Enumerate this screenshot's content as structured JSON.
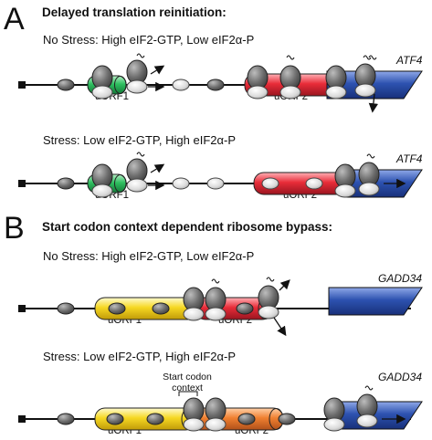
{
  "panels": [
    {
      "letter": "A",
      "title": "Delayed translation reinitiation:",
      "rows": [
        {
          "condition": "No Stress: High eIF2-GTP, Low eIF2α-P",
          "uorf1": "uORF1",
          "uorf2": "uORF2",
          "gene": "ATF4"
        },
        {
          "condition": "Stress: Low eIF2-GTP, High eIF2α-P",
          "uorf1": "uORF1",
          "uorf2": "uORF2",
          "gene": "ATF4"
        }
      ]
    },
    {
      "letter": "B",
      "title": "Start codon context dependent ribosome bypass:",
      "rows": [
        {
          "condition": "No Stress: High eIF2-GTP, Low eIF2α-P",
          "uorf1": "uORF1",
          "uorf2": "uORF2",
          "gene": "GADD34"
        },
        {
          "condition": "Stress: Low eIF2-GTP, High eIF2α-P",
          "uorf1": "uORF1",
          "uorf2": "uORF2",
          "gene": "GADD34",
          "context_label": "Start codon context"
        }
      ]
    }
  ],
  "colors": {
    "uorf1_A": "#22aa55",
    "uorf1_B": "#f4d020",
    "uorf2": "#e02a35",
    "uorf2_B_stress": "#f08030",
    "main_orf": "#2a4fa8",
    "ribosome_dark": "#6a6a6a",
    "ribosome_light": "#d8d8d8"
  }
}
